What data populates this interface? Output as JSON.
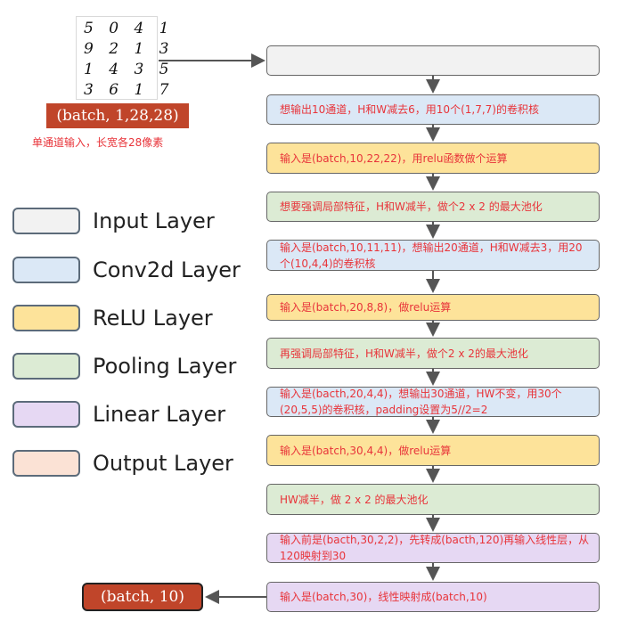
{
  "input": {
    "digits": [
      "5 0 4 1",
      "9 2 1 3",
      "1 4 3 5",
      "3 6 1 7"
    ],
    "shape": "(batch, 1,28,28)",
    "note": "单通道输入，长宽各28像素"
  },
  "legend": [
    {
      "label": "Input Layer",
      "color": "#f2f2f2"
    },
    {
      "label": "Conv2d Layer",
      "color": "#dbe8f6"
    },
    {
      "label": "ReLU Layer",
      "color": "#fde39a"
    },
    {
      "label": "Pooling Layer",
      "color": "#dcebd4"
    },
    {
      "label": "Linear Layer",
      "color": "#e6d8f3"
    },
    {
      "label": "Output Layer",
      "color": "#fbe2d5"
    }
  ],
  "flow": [
    {
      "kind": "input",
      "text": ""
    },
    {
      "kind": "conv",
      "text": "想输出10通道，H和W减去6，用10个(1,7,7)的卷积核"
    },
    {
      "kind": "relu",
      "text": "输入是(batch,10,22,22)，用relu函数做个运算"
    },
    {
      "kind": "pool",
      "text": "想要强调局部特征，H和W减半，做个2 x 2 的最大池化"
    },
    {
      "kind": "conv",
      "text": "输入是(batch,10,11,11)，想输出20通道，H和W减去3，用20个(10,4,4)的卷积核"
    },
    {
      "kind": "relu",
      "text": "输入是(batch,20,8,8)，做relu运算"
    },
    {
      "kind": "pool",
      "text": "再强调局部特征，H和W减半，做个2 x 2的最大池化"
    },
    {
      "kind": "conv",
      "text": "输入是(bacth,20,4,4)，想输出30通道，HW不变，用30个(20,5,5)的卷积核，padding设置为5//2=2"
    },
    {
      "kind": "relu",
      "text": "输入是(batch,30,4,4)，做relu运算"
    },
    {
      "kind": "pool",
      "text": "HW减半，做 2 x 2 的最大池化"
    },
    {
      "kind": "linear",
      "text": "输入前是(bacth,30,2,2)，先转成(bacth,120)再输入线性层，从120映射到30"
    },
    {
      "kind": "linear",
      "text": "输入是(batch,30)，线性映射成(batch,10)"
    }
  ],
  "output": {
    "shape": "(batch, 10)"
  },
  "colors": {
    "accent_red": "#c0452a",
    "note_red": "#e8343a",
    "border": "#666666",
    "arrow": "#555555"
  }
}
